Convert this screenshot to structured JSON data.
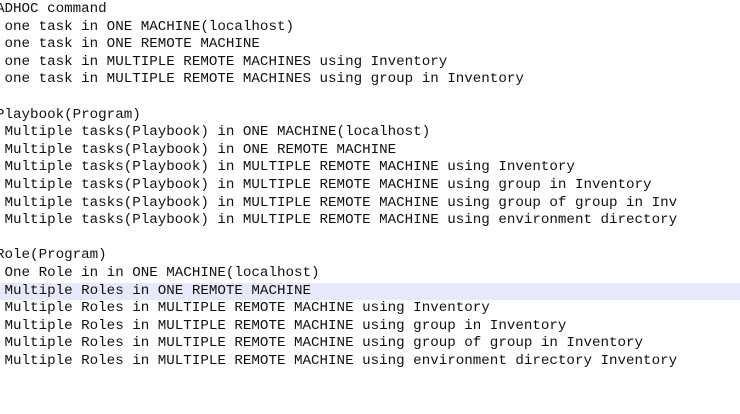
{
  "editor": {
    "lines": [
      {
        "text": "ADHOC command",
        "highlighted": false
      },
      {
        "text": " one task in ONE MACHINE(localhost)",
        "highlighted": false
      },
      {
        "text": " one task in ONE REMOTE MACHINE",
        "highlighted": false
      },
      {
        "text": " one task in MULTIPLE REMOTE MACHINES using Inventory",
        "highlighted": false
      },
      {
        "text": " one task in MULTIPLE REMOTE MACHINES using group in Inventory",
        "highlighted": false
      },
      {
        "text": "",
        "highlighted": false
      },
      {
        "text": "Playbook(Program)",
        "highlighted": false
      },
      {
        "text": " Multiple tasks(Playbook) in ONE MACHINE(localhost)",
        "highlighted": false
      },
      {
        "text": " Multiple tasks(Playbook) in ONE REMOTE MACHINE",
        "highlighted": false
      },
      {
        "text": " Multiple tasks(Playbook) in MULTIPLE REMOTE MACHINE using Inventory",
        "highlighted": false
      },
      {
        "text": " Multiple tasks(Playbook) in MULTIPLE REMOTE MACHINE using group in Inventory",
        "highlighted": false
      },
      {
        "text": " Multiple tasks(Playbook) in MULTIPLE REMOTE MACHINE using group of group in Inv",
        "highlighted": false
      },
      {
        "text": " Multiple tasks(Playbook) in MULTIPLE REMOTE MACHINE using environment directory",
        "highlighted": false
      },
      {
        "text": "",
        "highlighted": false
      },
      {
        "text": "Role(Program)",
        "highlighted": false
      },
      {
        "text": " One Role in in ONE MACHINE(localhost)",
        "highlighted": false
      },
      {
        "text": " Multiple Roles in ONE REMOTE MACHINE",
        "highlighted": true
      },
      {
        "text": " Multiple Roles in MULTIPLE REMOTE MACHINE using Inventory",
        "highlighted": false
      },
      {
        "text": " Multiple Roles in MULTIPLE REMOTE MACHINE using group in Inventory",
        "highlighted": false
      },
      {
        "text": " Multiple Roles in MULTIPLE REMOTE MACHINE using group of group in Inventory",
        "highlighted": false
      },
      {
        "text": " Multiple Roles in MULTIPLE REMOTE MACHINE using environment directory Inventory",
        "highlighted": false
      }
    ],
    "colors": {
      "text": "#111111",
      "highlight_background": "#e8e8fb",
      "background": "#ffffff"
    }
  }
}
